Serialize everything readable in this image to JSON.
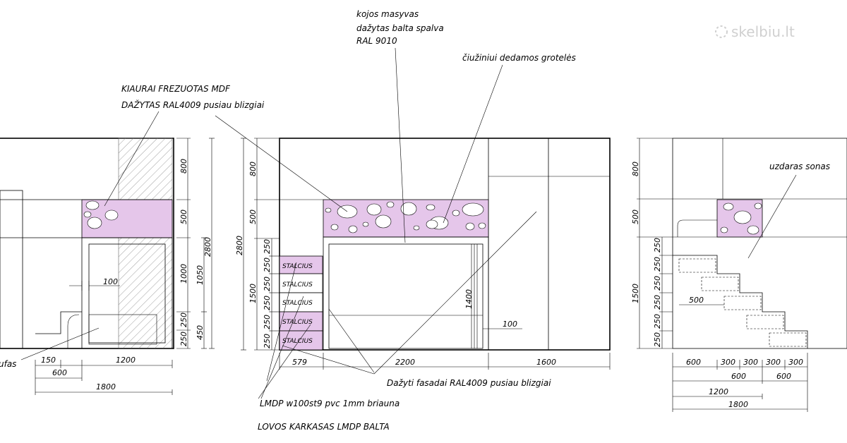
{
  "watermark": {
    "text": "skelbiu.lt"
  },
  "colors": {
    "panel": "#e5c6ea",
    "cloud": "#ffffff",
    "line": "#000000"
  },
  "annotations": {
    "legs": [
      "kojos masyvas",
      "dažytas balta spalva",
      "RAL 9010"
    ],
    "grille": "čiužiniui dedamos grotelės",
    "mdf": [
      "KIAURAI FREZUOTAS MDF",
      "DAŽYTAS RAL4009 pusiau blizgiai"
    ],
    "closed_side": "uzdaras sonas",
    "facades": "Dažyti fasadai RAL4009 pusiau blizgiai",
    "lmdp": "LMDP w100st9 pvc 1mm briauna",
    "frame": "LOVOS KARKASAS LMDP BALTA",
    "fas": "ufas"
  },
  "drawers": [
    "STALCIUS",
    "STALCIUS",
    "STALCIUS",
    "STALCIUS",
    "STALCIUS"
  ],
  "left_view": {
    "v_inner": [
      "800",
      "500",
      "1000",
      "250",
      "250"
    ],
    "v_mid": [
      "1050",
      "450"
    ],
    "v_total": "2800",
    "h_dims": [
      "150",
      "1200",
      "600",
      "1800"
    ],
    "gap": "100"
  },
  "front_view": {
    "v_total": "2800",
    "v_left": [
      "800",
      "500",
      "1500"
    ],
    "v_steps": [
      "250",
      "250",
      "250",
      "250",
      "250",
      "250"
    ],
    "bed_height": "1400",
    "gap": "100",
    "h_dims": [
      "579",
      "2200",
      "1600"
    ]
  },
  "right_view": {
    "v_dims": [
      "800",
      "500",
      "1500"
    ],
    "v_steps": [
      "250",
      "250",
      "250",
      "250",
      "250",
      "250"
    ],
    "step_depth": "500",
    "h_row1": [
      "600",
      "300",
      "300",
      "300",
      "300"
    ],
    "h_row2": [
      "600",
      "600"
    ],
    "h_row3": "1200",
    "h_row4": "1800"
  }
}
